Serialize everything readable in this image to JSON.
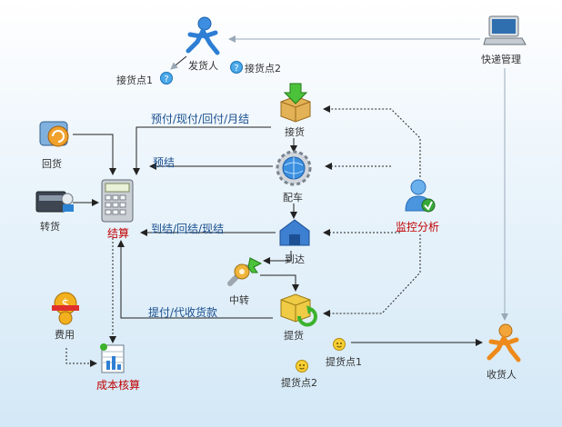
{
  "nodes": {
    "shipper": "发货人",
    "pickup_point_1": "接货点1",
    "pickup_point_2": "接货点2",
    "express_mgmt": "快递管理",
    "receive_goods": "接货",
    "return_goods": "回货",
    "settlement": "结算",
    "transfer_goods": "转货",
    "dispatch": "配车",
    "arrival": "到达",
    "transshipment": "中转",
    "delivery": "提货",
    "fees": "费用",
    "cost_accounting": "成本核算",
    "monitor": "监控分析",
    "delivery_point_1": "提货点1",
    "delivery_point_2": "提货点2",
    "receiver": "收货人"
  },
  "edges": {
    "payment_terms": "预付/现付/回付/月结",
    "prepaid_settlement": "预结",
    "arrival_settlement": "到结/回结/现结",
    "delivery_payment": "提付/代收货款"
  },
  "colors": {
    "connector": "#222222",
    "connector_gray": "#9aa9b8",
    "edge_label": "#1a4f8f",
    "highlight_label": "#c00000"
  }
}
